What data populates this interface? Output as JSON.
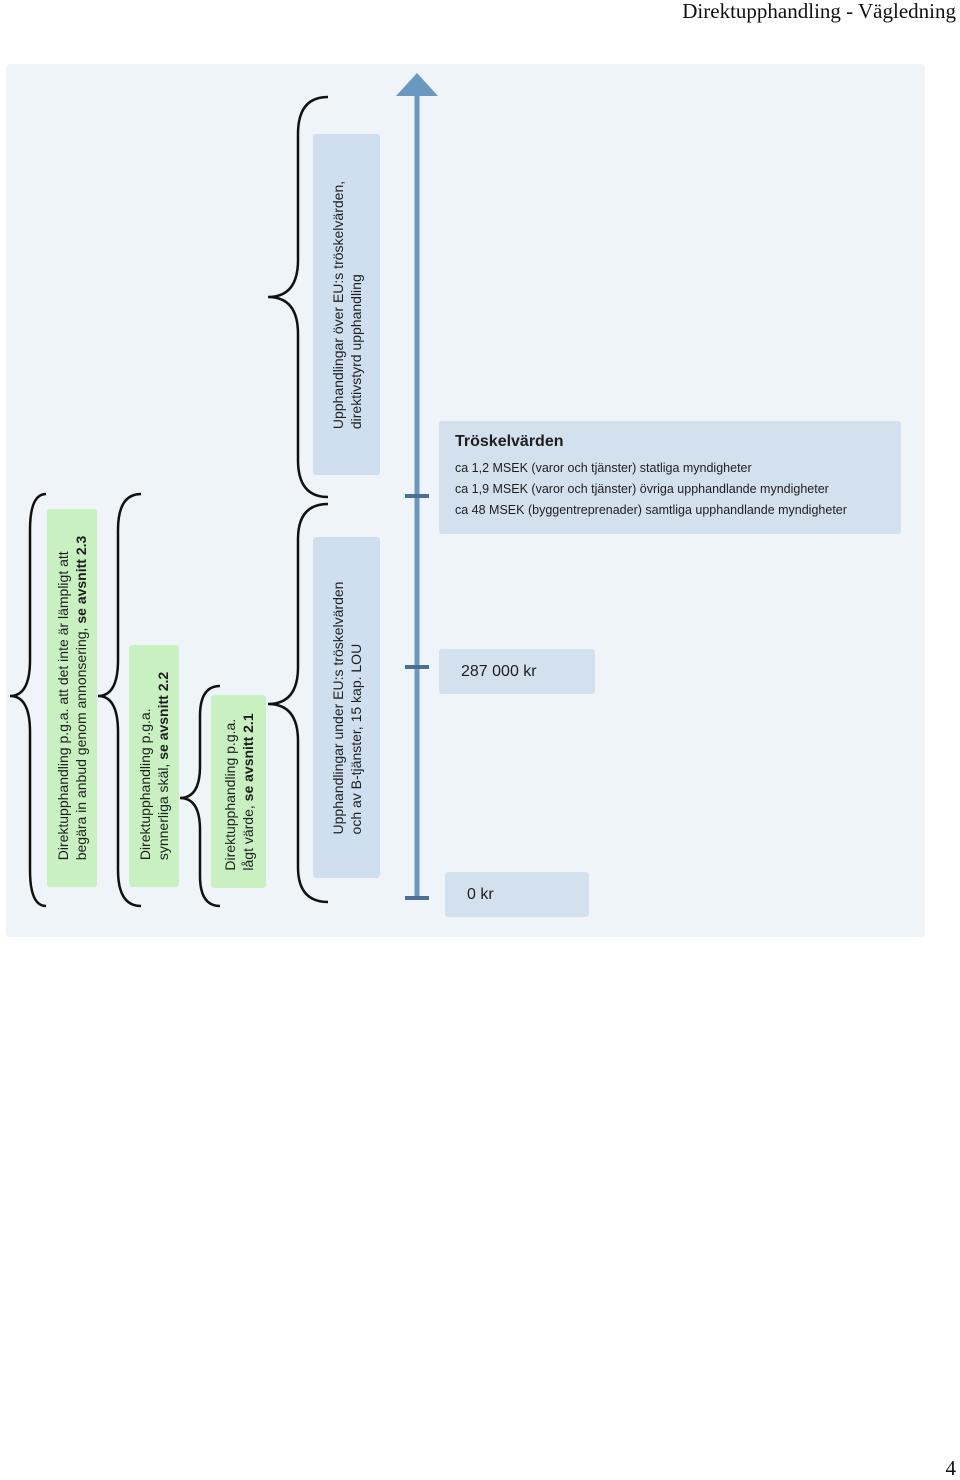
{
  "header": {
    "title": "Direktupphandling - Vägledning"
  },
  "page_number": "4",
  "colors": {
    "figure_bg": "#eff4f9",
    "green_box": "#c8f0c0",
    "blue_box": "#cfdff0",
    "axis": "#6b98c0",
    "tick": "#4a6f90"
  },
  "boxes": {
    "box_23": {
      "line1": "Direktupphandling p.g.a. att det inte är lämpligt att",
      "line2_plain": "begära in anbud genom annonsering, ",
      "line2_bold": "se avsnitt 2.3"
    },
    "box_22": {
      "line1": "Direktupphandling p.g.a.",
      "line2_plain": "synnerliga skäl, ",
      "line2_bold": "se avsnitt 2.2"
    },
    "box_21": {
      "line1": "Direktupphandling p.g.a.",
      "line2_plain": "lågt värde, ",
      "line2_bold": "se avsnitt 2.1"
    },
    "below_eu": {
      "line1": "Upphandlingar under EU:s tröskelvärden",
      "line2": "och av B-tjänster, 15 kap. LOU"
    },
    "above_eu": {
      "line1": "Upphandlingar över EU:s tröskelvärden,",
      "line2": "direktivstyrd upphandling"
    }
  },
  "thresholds": {
    "title": "Tröskelvärden",
    "lines": [
      "ca 1,2 MSEK (varor och tjänster) statliga myndigheter",
      "ca 1,9 MSEK (varor och tjänster) övriga upphandlande myndigheter",
      "ca 48 MSEK (byggentreprenader) samtliga upphandlande myndigheter"
    ]
  },
  "axis_labels": {
    "limit_287": "287 000 kr",
    "zero": "0 kr"
  }
}
